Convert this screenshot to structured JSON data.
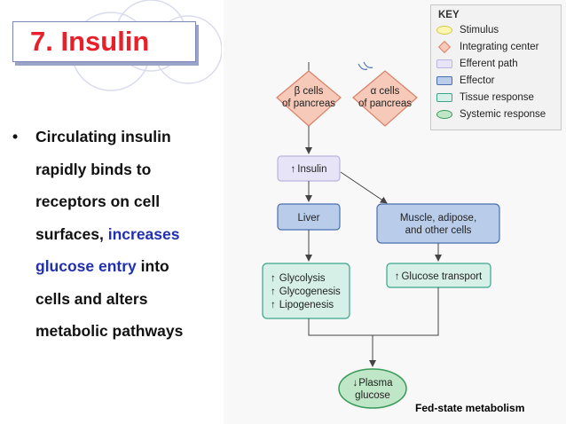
{
  "slide": {
    "title": "7.  Insulin",
    "bullet_symbol": "•",
    "bullet_lines": [
      {
        "parts": [
          {
            "text": "Circulating insulin",
            "highlight": false
          }
        ]
      },
      {
        "parts": [
          {
            "text": "rapidly binds to",
            "highlight": false
          }
        ]
      },
      {
        "parts": [
          {
            "text": "receptors on cell",
            "highlight": false
          }
        ]
      },
      {
        "parts": [
          {
            "text": "surfaces, ",
            "highlight": false
          },
          {
            "text": "increases",
            "highlight": true
          }
        ]
      },
      {
        "parts": [
          {
            "text": "glucose entry",
            "highlight": true
          },
          {
            "text": " into",
            "highlight": false
          }
        ]
      },
      {
        "parts": [
          {
            "text": "cells and alters",
            "highlight": false
          }
        ]
      },
      {
        "parts": [
          {
            "text": "metabolic pathways",
            "highlight": false
          }
        ]
      }
    ],
    "highlight_color": "#2030b0",
    "title_color": "#e8202a"
  },
  "diagram": {
    "caption": "Fed-state metabolism",
    "key": {
      "title": "KEY",
      "items": [
        {
          "label": "Stimulus",
          "shape": "ellipse",
          "fill": "#fbf6b0",
          "stroke": "#d4c84a"
        },
        {
          "label": "Integrating center",
          "shape": "diamond",
          "fill": "#f6c9b8",
          "stroke": "#d9826a"
        },
        {
          "label": "Efferent path",
          "shape": "rect",
          "fill": "#e6e4f6",
          "stroke": "#b9b5dd"
        },
        {
          "label": "Effector",
          "shape": "rect",
          "fill": "#b9cdea",
          "stroke": "#4a6fb0"
        },
        {
          "label": "Tissue response",
          "shape": "rect",
          "fill": "#d6f0e8",
          "stroke": "#3aa58a"
        },
        {
          "label": "Systemic response",
          "shape": "ellipse",
          "fill": "#bfe6c6",
          "stroke": "#3a9a5a"
        }
      ]
    },
    "nodes": {
      "beta": {
        "line1": "β cells",
        "line2": "of pancreas"
      },
      "alpha": {
        "line1": "α cells",
        "line2": "of pancreas"
      },
      "insulin": {
        "label": "Insulin",
        "arrow": "↑"
      },
      "liver": {
        "label": "Liver"
      },
      "muscle": {
        "line1": "Muscle, adipose,",
        "line2": "and other cells"
      },
      "liver_response": [
        {
          "arrow": "↑",
          "label": "Glycolysis"
        },
        {
          "arrow": "↑",
          "label": "Glycogenesis"
        },
        {
          "arrow": "↑",
          "label": "Lipogenesis"
        }
      ],
      "glucose_transport": {
        "arrow": "↑",
        "label": "Glucose transport"
      },
      "plasma": {
        "arrow": "↓",
        "line1": "Plasma",
        "line2": "glucose"
      }
    }
  }
}
